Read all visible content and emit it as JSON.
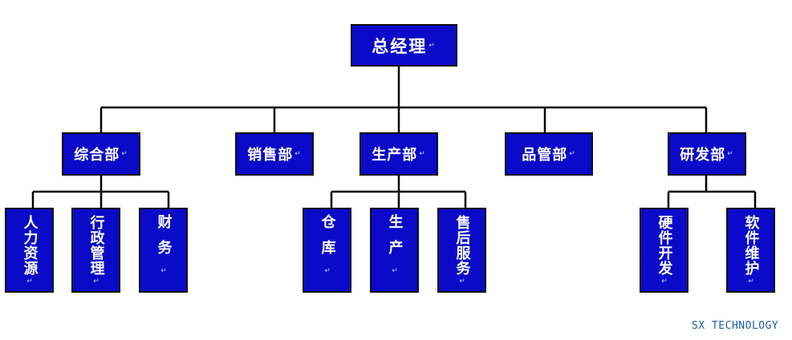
{
  "colors": {
    "box_fill": "#0a0ac8",
    "box_border": "#111111",
    "line": "#000000",
    "text": "#ffffff",
    "brand": "#1f5fa8"
  },
  "paragraph_mark": "↵",
  "org": {
    "ceo": "总经理",
    "departments": [
      {
        "name": "综合部",
        "subs": [
          "人力资源",
          "行政管理",
          "财务"
        ]
      },
      {
        "name": "销售部",
        "subs": []
      },
      {
        "name": "生产部",
        "subs": [
          "仓库",
          "生产",
          "售后服务"
        ]
      },
      {
        "name": "品管部",
        "subs": []
      },
      {
        "name": "研发部",
        "subs": [
          "硬件开发",
          "软件维护"
        ]
      }
    ]
  },
  "brand": "SX TECHNOLOGY"
}
